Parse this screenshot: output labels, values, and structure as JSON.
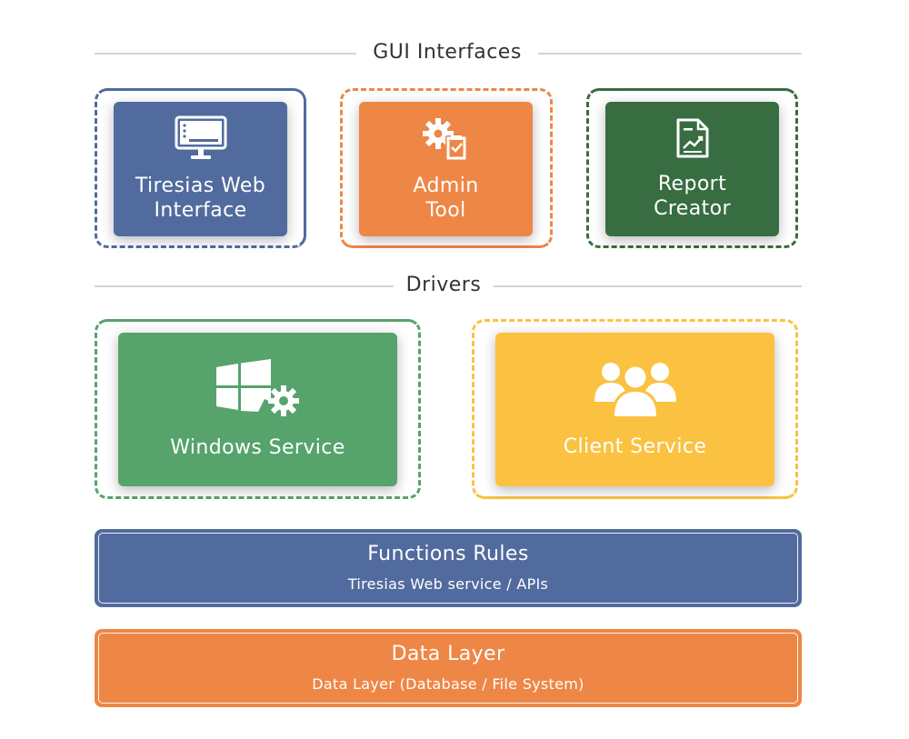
{
  "sections": {
    "gui_title": "GUI Interfaces",
    "drivers_title": "Drivers"
  },
  "gui": {
    "web": {
      "label": "Tiresias Web\nInterface",
      "icon": "monitor-icon",
      "color": "#516b9e"
    },
    "admin": {
      "label": "Admin\nTool",
      "icon": "gear-checklist-icon",
      "color": "#ee8646"
    },
    "report": {
      "label": "Report\nCreator",
      "icon": "report-chart-icon",
      "color": "#386d42"
    }
  },
  "drivers": {
    "windows": {
      "label": "Windows Service",
      "icon": "windows-gear-icon",
      "color": "#56a36c"
    },
    "client": {
      "label": "Client Service",
      "icon": "users-group-icon",
      "color": "#fac240"
    }
  },
  "layers": {
    "functions": {
      "title": "Functions Rules",
      "subtitle": "Tiresias Web service / APIs",
      "color": "#516b9e"
    },
    "data": {
      "title": "Data Layer",
      "subtitle": "Data Layer (Database / File System)",
      "color": "#ee8646"
    }
  }
}
